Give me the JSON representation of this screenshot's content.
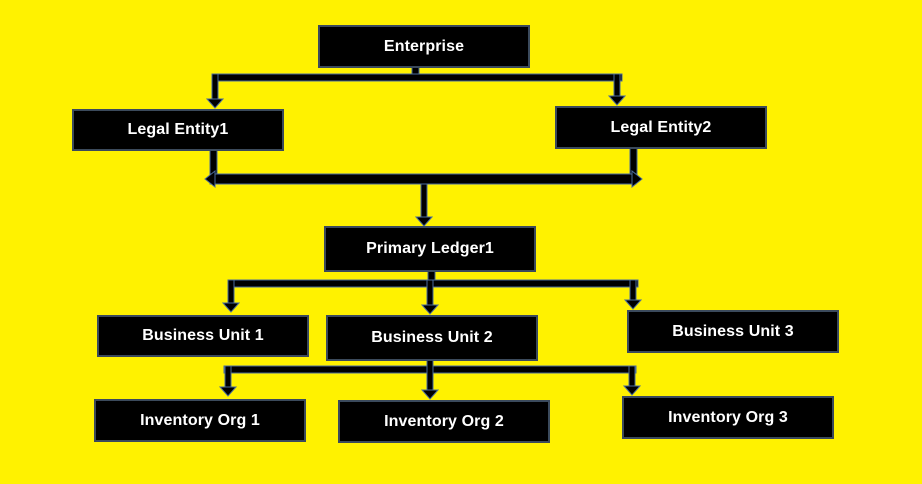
{
  "colors": {
    "background": "#FFF200",
    "box_fill": "#000000",
    "box_border": "#3B4A5C",
    "text": "#FFFFFF",
    "connector": "#000000",
    "connector_edge": "#4A6A9A"
  },
  "diagram": {
    "enterprise": "Enterprise",
    "legal_entities": [
      "Legal Entity1",
      "Legal Entity2"
    ],
    "primary_ledger": "Primary Ledger1",
    "business_units": [
      "Business Unit 1",
      "Business Unit 2",
      "Business Unit 3"
    ],
    "inventory_orgs": [
      "Inventory Org 1",
      "Inventory Org 2",
      "Inventory Org 3"
    ]
  }
}
